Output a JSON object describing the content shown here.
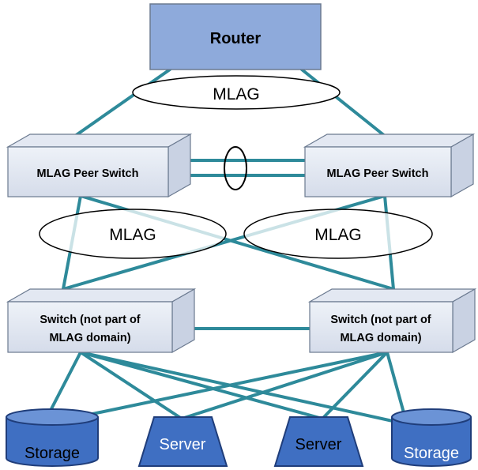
{
  "router": {
    "label": "Router"
  },
  "mlag_top": {
    "label": "MLAG"
  },
  "peer_left": {
    "label": "MLAG Peer Switch"
  },
  "peer_right": {
    "label": "MLAG Peer Switch"
  },
  "mlag_left": {
    "label": "MLAG"
  },
  "mlag_right": {
    "label": "MLAG"
  },
  "switch_left": {
    "line1": "Switch (not part of",
    "line2": "MLAG domain)"
  },
  "switch_right": {
    "line1": "Switch (not part of",
    "line2": "MLAG domain)"
  },
  "storage_left": {
    "label": "Storage"
  },
  "server_left": {
    "label": "Server"
  },
  "server_right": {
    "label": "Server"
  },
  "storage_right": {
    "label": "Storage"
  },
  "colors": {
    "link": "#2e8a9a",
    "box_fill": "#dce3f0",
    "box_stroke": "#6b7a90",
    "router_fill": "#8eaadb",
    "device_fill": "#3f6fc2",
    "device_stroke": "#1f3d7a"
  }
}
